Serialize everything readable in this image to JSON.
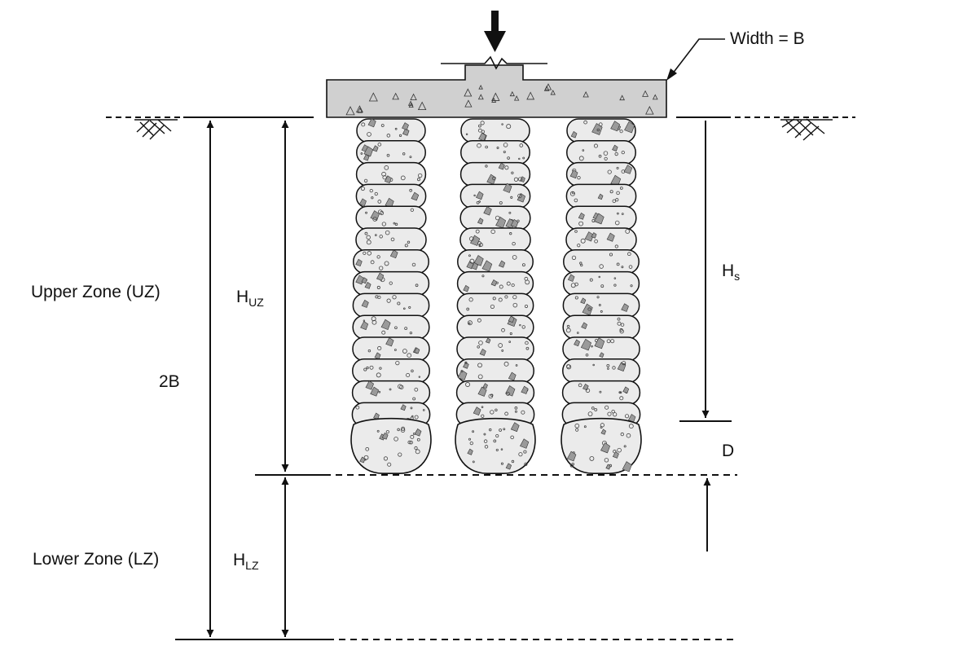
{
  "labels": {
    "width": "Width = B",
    "upper_zone": "Upper Zone (UZ)",
    "lower_zone": "Lower Zone (LZ)",
    "two_b": "2B",
    "h_uz_main": "H",
    "h_uz_sub": "UZ",
    "h_lz_main": "H",
    "h_lz_sub": "LZ",
    "h_s_main": "H",
    "h_s_sub": "s",
    "d": "D"
  },
  "colors": {
    "line": "#111111",
    "footing": "#d0d0d0",
    "column_fill": "#ebebeb",
    "aggregate": "#9a9a9a"
  },
  "columns": [
    {
      "name": "left",
      "rings": 14,
      "bulb": true
    },
    {
      "name": "center",
      "rings": 14,
      "bulb": true
    },
    {
      "name": "right",
      "rings": 14,
      "bulb": true
    }
  ]
}
